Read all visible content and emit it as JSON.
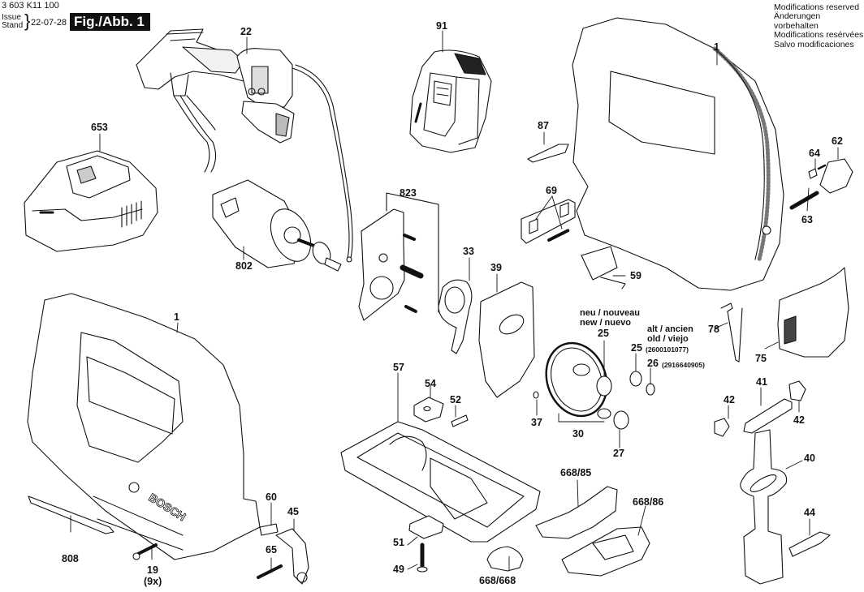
{
  "header": {
    "part_code": "3 603 K11 100",
    "issue_label": "Issue",
    "stand_label": "Stand",
    "brace": "}",
    "date": "22-07-28",
    "figure_label": "Fig./Abb. 1"
  },
  "modifications_notice": [
    "Modifications reserved",
    "Änderungen vorbehalten",
    "Modifications resérvées",
    "Salvo modificaciones"
  ],
  "callouts": {
    "c22": "22",
    "c91": "91",
    "c1_top": "1",
    "c653": "653",
    "c87": "87",
    "c62": "62",
    "c64": "64",
    "c63": "63",
    "c69": "69",
    "c823": "823",
    "c802": "802",
    "c59": "59",
    "c33": "33",
    "c39": "39",
    "c1_left": "1",
    "c78": "78",
    "c75": "75",
    "c25_new": "25",
    "c25_old": "25",
    "c26": "26",
    "c57": "57",
    "c54": "54",
    "c52": "52",
    "c37": "37",
    "c30": "30",
    "c27": "27",
    "c41": "41",
    "c42_left": "42",
    "c42_right": "42",
    "c40": "40",
    "c44": "44",
    "c668_85": "668/85",
    "c668_86": "668/86",
    "c60": "60",
    "c45": "45",
    "c65": "65",
    "c808": "808",
    "c19": "19",
    "c19_qty": "(9x)",
    "c51": "51",
    "c49": "49",
    "c668_668": "668/668"
  },
  "variant_notes": {
    "new_line1": "neu / nouveau",
    "new_line2": "new / nuevo",
    "old_line1": "alt / ancien",
    "old_line2": "old / viejo",
    "part25_old_number": "(2600101077)",
    "part26_number": "(2916640905)"
  },
  "brand_text": "BOSCH"
}
